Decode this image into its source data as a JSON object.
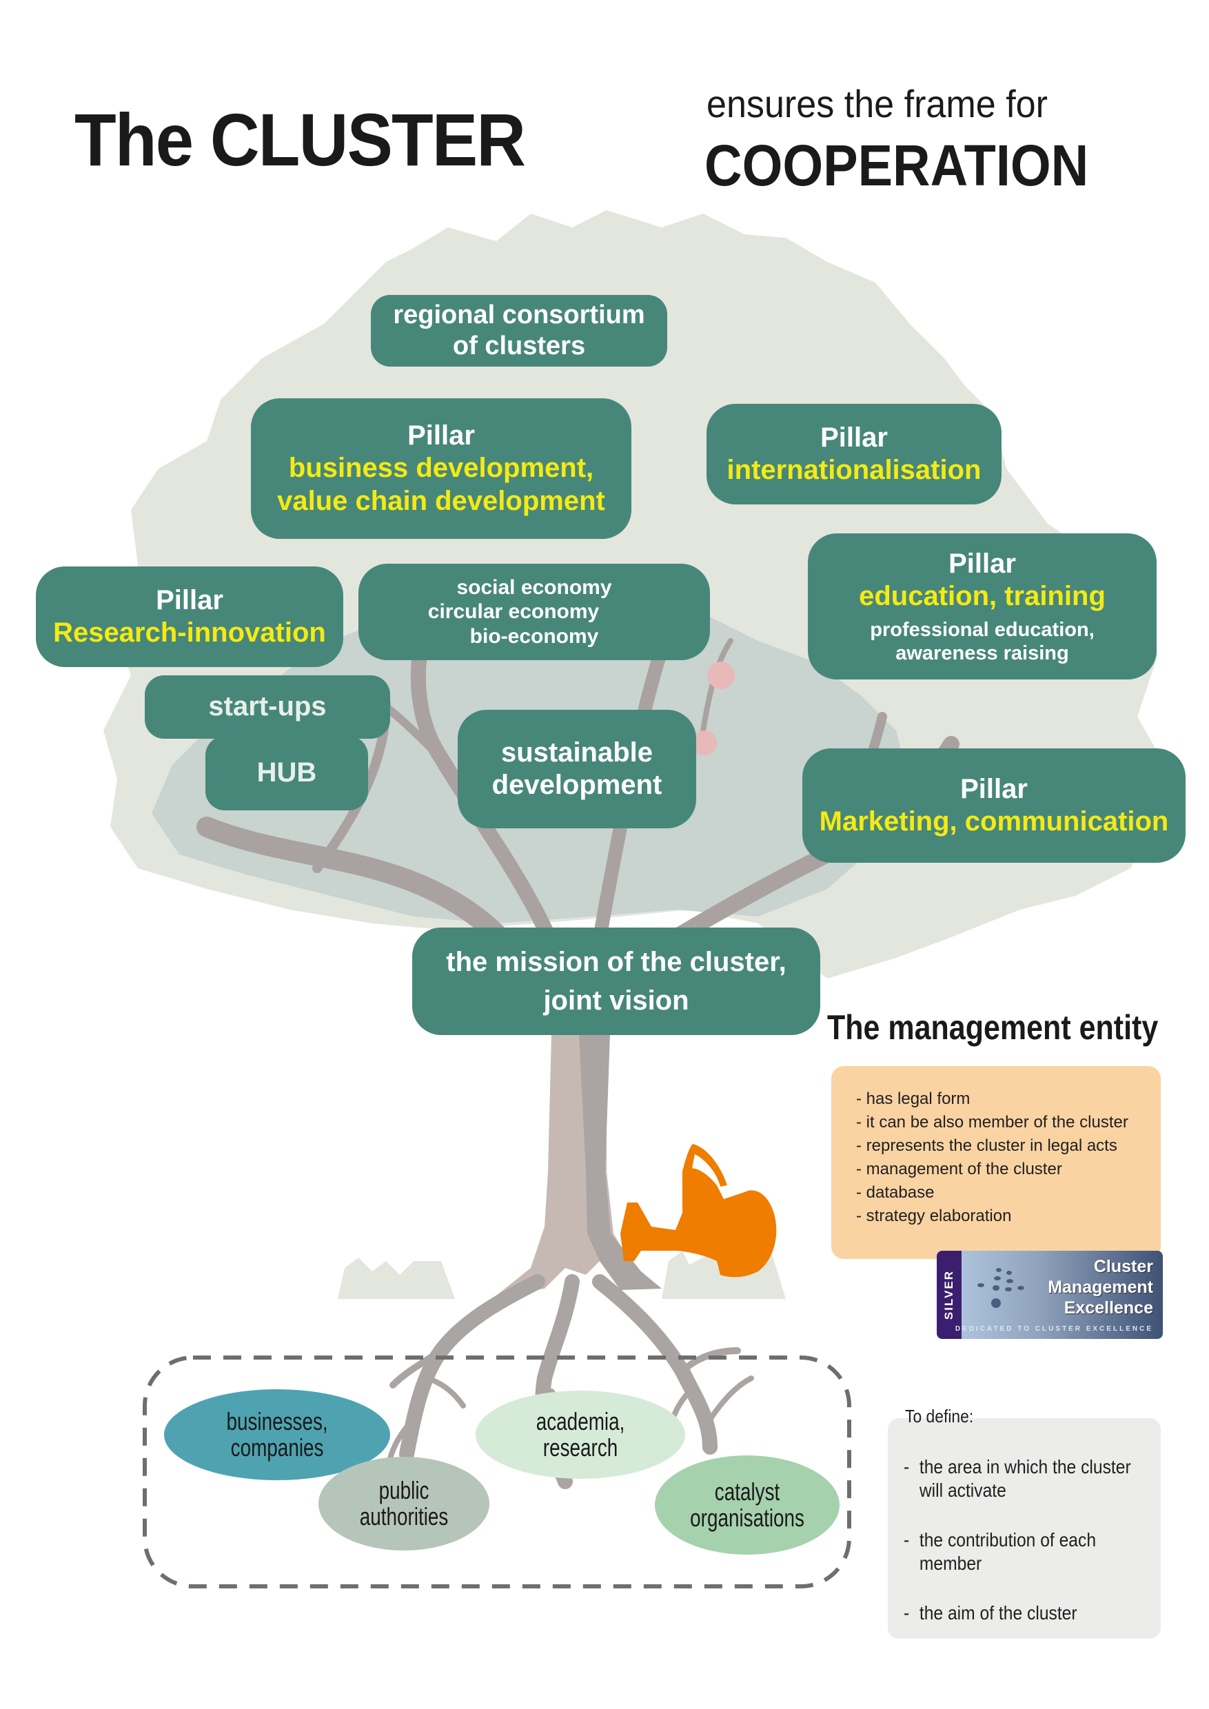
{
  "header": {
    "title": "The CLUSTER",
    "subtitle": "ensures the frame for",
    "emphasis": "COOPERATION"
  },
  "tree": {
    "canopy_boxes": {
      "regional": [
        "regional consortium",
        "of clusters"
      ],
      "business_pillar": {
        "label": "Pillar",
        "lines": [
          "business development,",
          "value chain development"
        ]
      },
      "international_pillar": {
        "label": "Pillar",
        "lines": [
          "internationalisation"
        ]
      },
      "research_pillar": {
        "label": "Pillar",
        "lines": [
          "Research-innovation"
        ]
      },
      "economy": [
        "social economy",
        "circular economy",
        "bio-economy"
      ],
      "education_pillar": {
        "label": "Pillar",
        "lines": [
          "education, training"
        ],
        "details": [
          "professional education,",
          "awareness raising"
        ]
      },
      "startups": "start-ups",
      "hub": "HUB",
      "sustainable": [
        "sustainable",
        "development"
      ],
      "marketing_pillar": {
        "label": "Pillar",
        "lines": [
          "Marketing, communication"
        ]
      }
    },
    "mission": [
      "the mission of the cluster,",
      "joint vision"
    ]
  },
  "management": {
    "title": "The management entity",
    "items": [
      "- has legal form",
      "- it can be also member of the cluster",
      "- represents the cluster in legal acts",
      "- management of the cluster",
      "- database",
      "- strategy elaboration"
    ],
    "badge": {
      "level": "SILVER",
      "lines": [
        "Cluster",
        "Management",
        "Excellence"
      ],
      "tagline": "DEDICATED TO CLUSTER EXCELLENCE"
    }
  },
  "roots": {
    "members": [
      {
        "lines": [
          "businesses,",
          "companies"
        ],
        "color": "#4fa3b0"
      },
      {
        "lines": [
          "public",
          "authorities"
        ],
        "color": "#b6c5ba"
      },
      {
        "lines": [
          "academia,",
          "research"
        ],
        "color": "#d6ead8"
      },
      {
        "lines": [
          "catalyst",
          "organisations"
        ],
        "color": "#a5d1ad"
      }
    ]
  },
  "define": {
    "label": "To define:",
    "items": [
      "the area in which the cluster will activate",
      "the contribution of each member",
      "the aim of the cluster"
    ]
  },
  "colors": {
    "box_green": "#47877a",
    "highlight_yellow": "#f5ea14",
    "watering_can": "#ef7d00",
    "management_box": "#fad3a3"
  }
}
